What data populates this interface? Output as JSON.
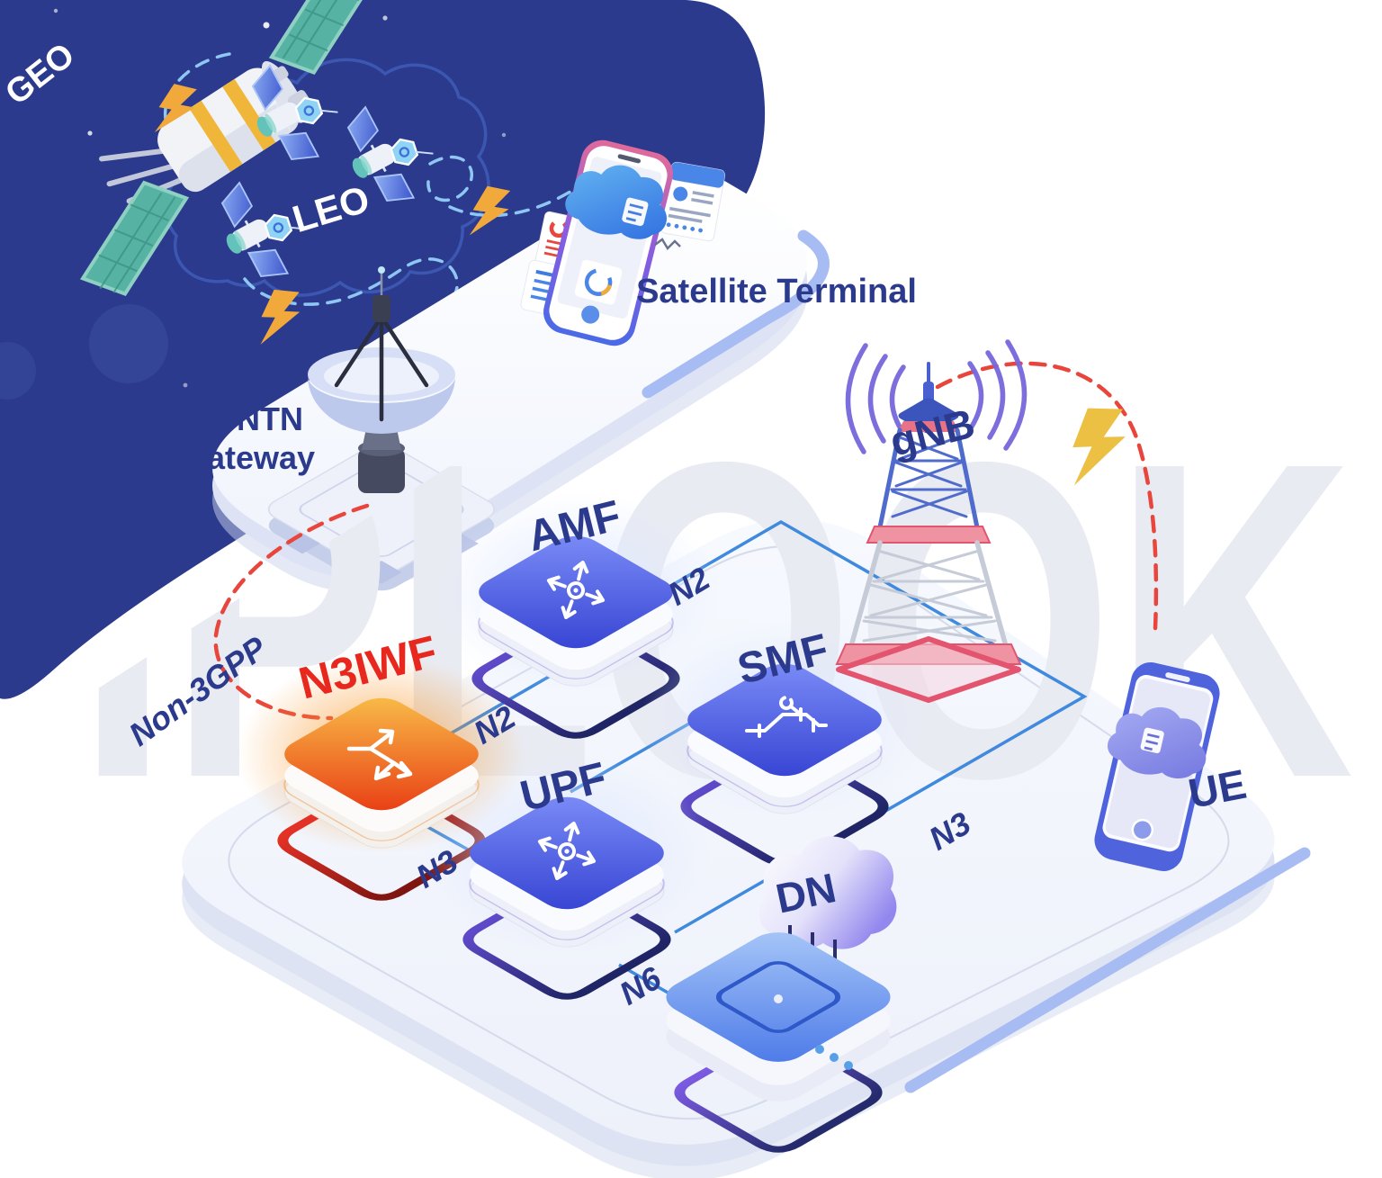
{
  "colors": {
    "navy": "#2b3a8c",
    "label_navy": "#2b3a8c",
    "label_red": "#e8281e",
    "label_white": "#ffffff",
    "link_blue": "#3f8ade",
    "dashed_red": "#e8463c",
    "sat_link_blue": "#8ec6f4",
    "accent_periwinkle": "#a8bcf4",
    "watermark_grey": "#e9ebf2",
    "node_blue": "#4052d8",
    "node_orange": "#ee5a1f",
    "bolt_yellow": "#f2a93c",
    "panel_teal": "#56b2a2",
    "floor_white": "#f4f7fd"
  },
  "labels": {
    "watermark": "IPLOOK",
    "geo": "GEO",
    "leo": "LEO",
    "satellite_terminal": "Satellite Terminal",
    "ntn_gateway_line1": "NTN",
    "ntn_gateway_line2": "Gateway",
    "amf": "AMF",
    "smf": "SMF",
    "upf": "UPF",
    "n3iwf": "N3IWF",
    "dn": "DN",
    "gnb": "gNB",
    "ue": "UE",
    "n2_gnb_amf": "N2",
    "n2_n3iwf_amf": "N2",
    "n3_n3iwf_upf": "N3",
    "n3_gnb_upf": "N3",
    "n6_upf_dn": "N6",
    "non_3gpp": "Non-3GPP"
  }
}
